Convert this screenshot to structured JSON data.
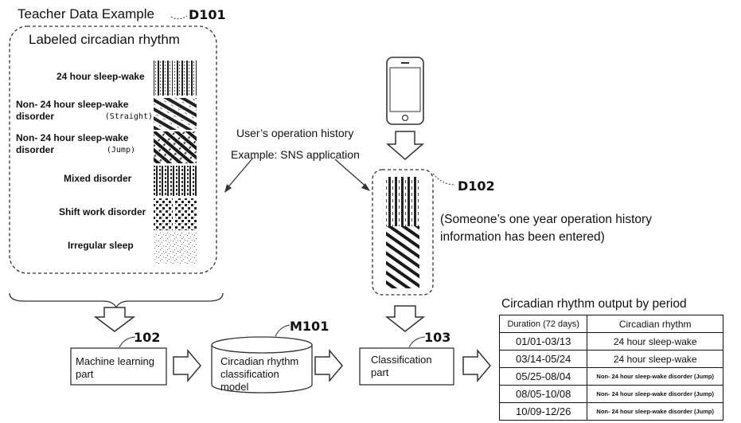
{
  "teacher": {
    "title": "Teacher Data Example",
    "ref": "D101",
    "subtitle": "Labeled circadian rhythm",
    "labels": [
      {
        "line1": "24 hour sleep-wake",
        "line2": "",
        "note": ""
      },
      {
        "line1": "Non- 24 hour sleep-wake",
        "line2": "disorder",
        "note": "(Straight)"
      },
      {
        "line1": "Non- 24 hour sleep-wake",
        "line2": "disorder",
        "note": "(Jump)"
      },
      {
        "line1": "Mixed disorder",
        "line2": "",
        "note": ""
      },
      {
        "line1": "Shift work disorder",
        "line2": "",
        "note": ""
      },
      {
        "line1": "Irregular sleep",
        "line2": "",
        "note": ""
      }
    ]
  },
  "history": {
    "line1": "User’s operation history",
    "line2": "Example: SNS application"
  },
  "d102": {
    "ref": "D102",
    "note_line1": "(Someone’s one year operation history",
    "note_line2": "information has been entered)"
  },
  "blocks": {
    "ml": {
      "ref": "102",
      "line1": "Machine learning",
      "line2": "part"
    },
    "model": {
      "ref": "M101",
      "line1": "Circadian rhythm",
      "line2": "classification",
      "line3": "model"
    },
    "cls": {
      "ref": "103",
      "line1": "Classification",
      "line2": "part"
    }
  },
  "output": {
    "title": "Circadian rhythm output by period",
    "col1": "Duration (72 days)",
    "col2": "Circadian rhythm",
    "rows": [
      {
        "duration": "01/01-03/13",
        "rhythm": "24 hour sleep-wake"
      },
      {
        "duration": "03/14-05/24",
        "rhythm": "24 hour sleep-wake"
      },
      {
        "duration": "05/25-08/04",
        "rhythm": "Non- 24 hour sleep-wake disorder (Jump)"
      },
      {
        "duration": "08/05-10/08",
        "rhythm": "Non- 24 hour sleep-wake disorder (Jump)"
      },
      {
        "duration": "10/09-12/26",
        "rhythm": "Non- 24 hour sleep-wake disorder (Jump)"
      }
    ]
  }
}
